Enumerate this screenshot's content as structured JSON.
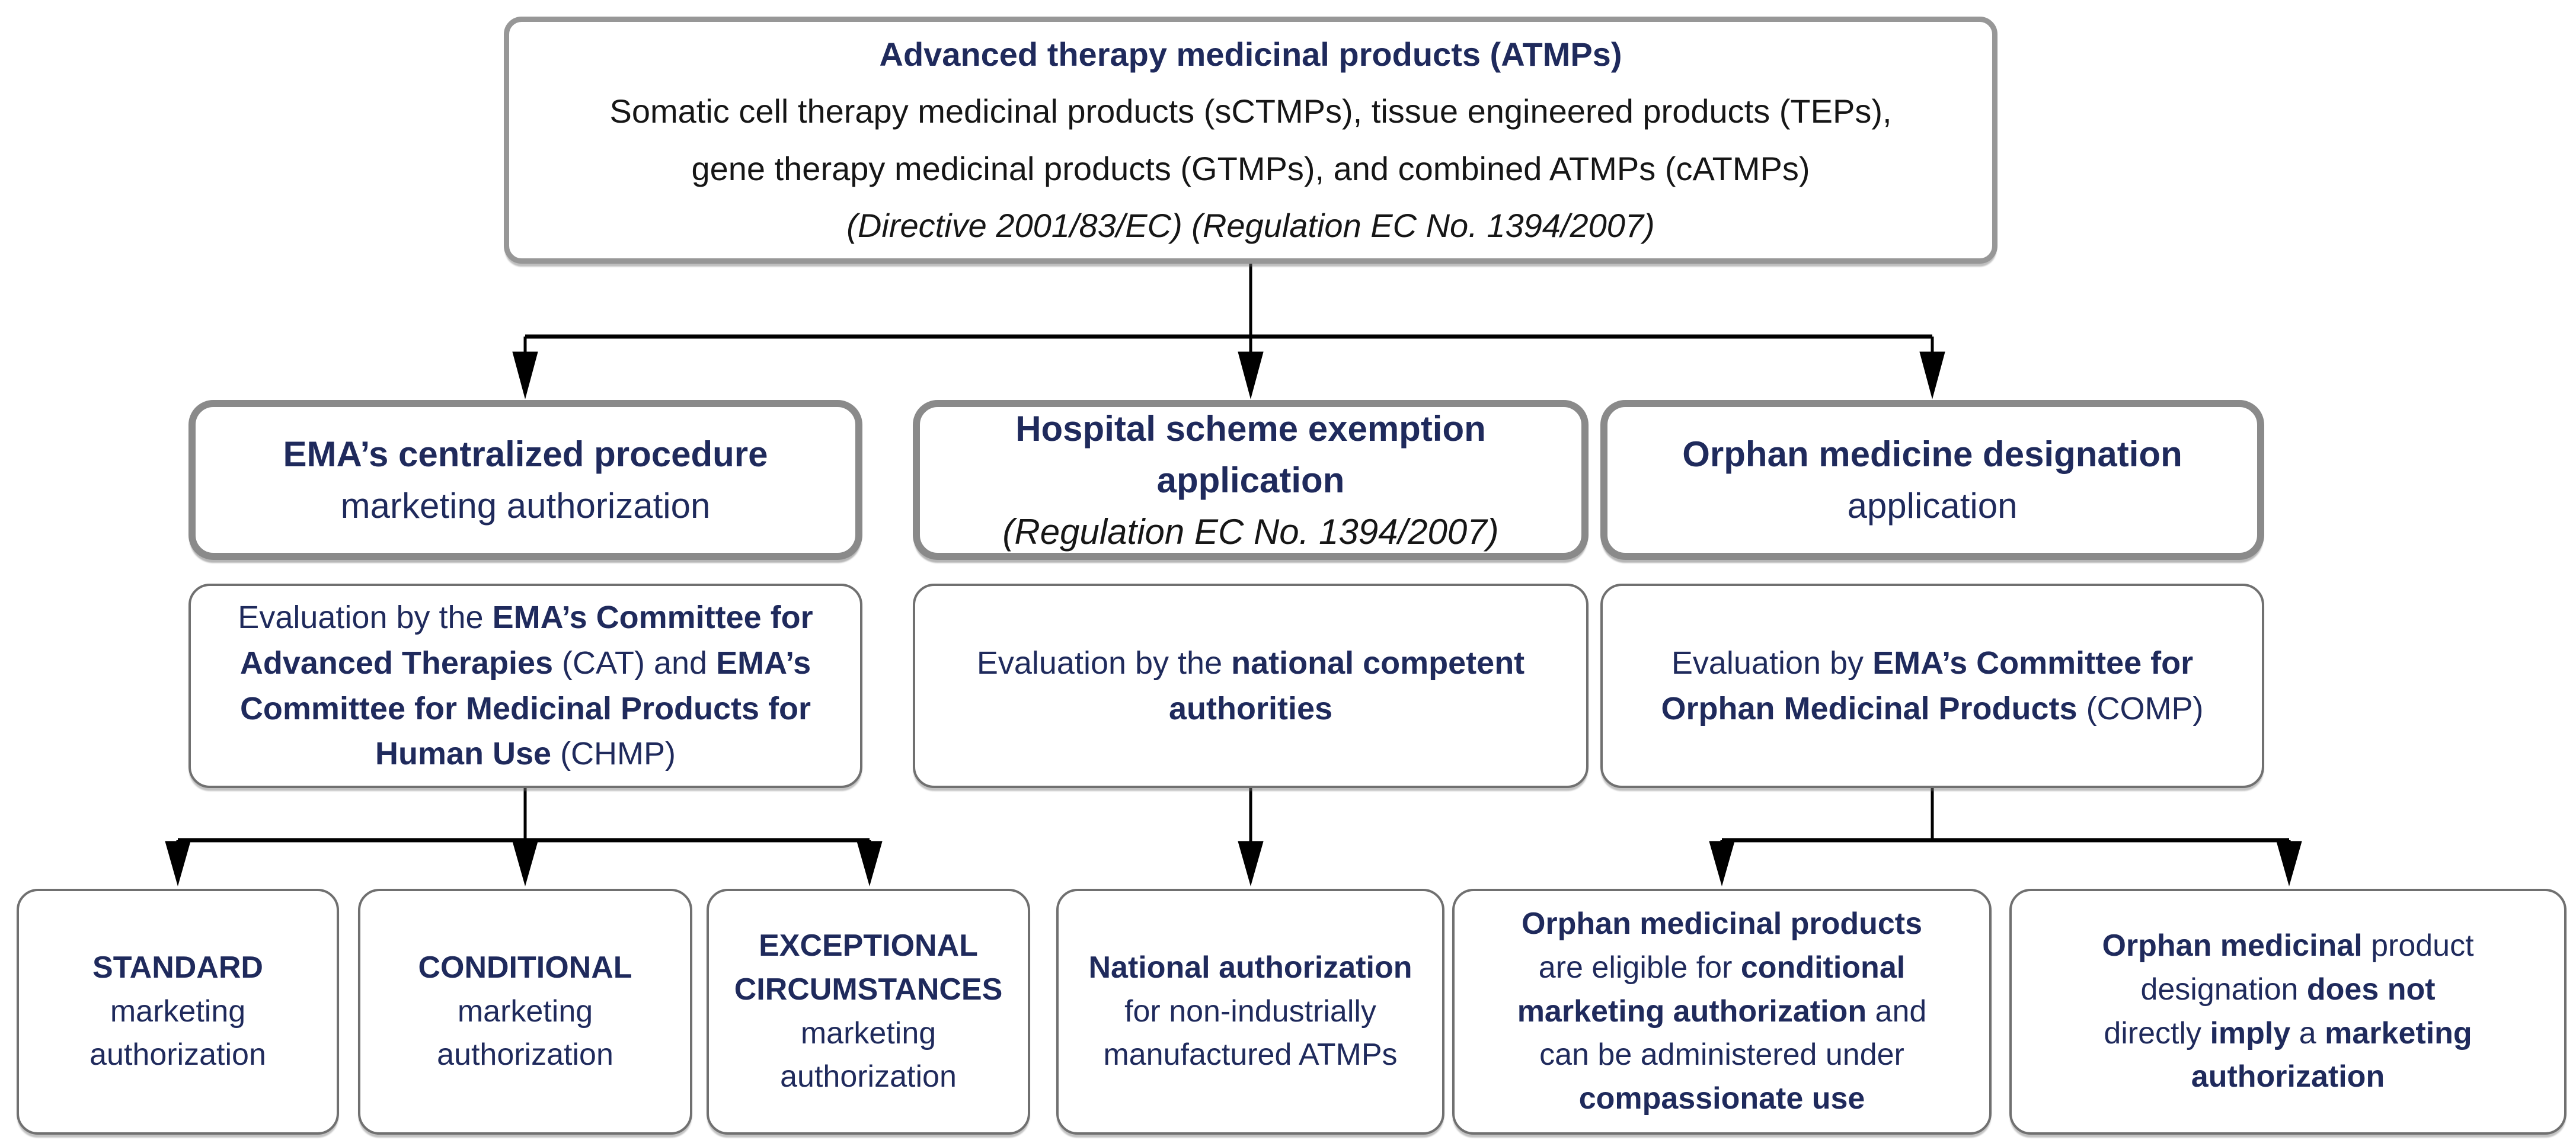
{
  "diagram": {
    "colors": {
      "navy_text": "#1f2a5c",
      "black_text": "#161616",
      "border_gray_thick": "#8a8a8a",
      "border_gray_top": "#979797",
      "border_gray_thin": "#707070",
      "arrow": "#000000",
      "background": "#ffffff"
    },
    "root": {
      "name": "atmp-root-box",
      "lines": [
        [
          {
            "t": "Advanced therapy medicinal products (ATMPs)",
            "b": true
          }
        ],
        [
          {
            "t": "Somatic cell therapy medicinal products (sCTMPs), tissue engineered products (TEPs),",
            "k": "blk"
          }
        ],
        [
          {
            "t": "gene therapy medicinal products (GTMPs), and combined ATMPs (cATMPs)",
            "k": "blk"
          }
        ],
        [
          {
            "t": "(Directive 2001/83/EC) (Regulation EC No. 1394/2007)",
            "i": true,
            "k": "blk"
          }
        ]
      ]
    },
    "level2": [
      {
        "name": "ema-centralized-procedure-box",
        "lines": [
          [
            {
              "t": "EMA’s centralized procedure",
              "b": true
            }
          ],
          [
            {
              "t": "marketing authorization"
            }
          ]
        ]
      },
      {
        "name": "hospital-scheme-exemption-box",
        "lines": [
          [
            {
              "t": "Hospital scheme exemption",
              "b": true
            }
          ],
          [
            {
              "t": "application",
              "b": true
            }
          ],
          [
            {
              "t": "(Regulation EC No. 1394/2007)",
              "i": true,
              "k": "blk"
            }
          ]
        ]
      },
      {
        "name": "orphan-medicine-designation-box",
        "lines": [
          [
            {
              "t": "Orphan medicine designation",
              "b": true
            }
          ],
          [
            {
              "t": "application"
            }
          ]
        ]
      }
    ],
    "level3": [
      {
        "name": "cat-chmp-evaluation-box",
        "lines": [
          [
            {
              "t": "Evaluation by the "
            },
            {
              "t": "EMA’s Committee for",
              "b": true
            }
          ],
          [
            {
              "t": "Advanced Therapies",
              "b": true
            },
            {
              "t": " (CAT) and "
            },
            {
              "t": "EMA’s",
              "b": true
            }
          ],
          [
            {
              "t": "Committee for Medicinal Products for",
              "b": true
            }
          ],
          [
            {
              "t": "Human Use",
              "b": true
            },
            {
              "t": " (CHMP)"
            }
          ]
        ]
      },
      {
        "name": "national-competent-authorities-evaluation-box",
        "lines": [
          [
            {
              "t": "Evaluation by the "
            },
            {
              "t": "national competent",
              "b": true
            }
          ],
          [
            {
              "t": "authorities",
              "b": true
            }
          ]
        ]
      },
      {
        "name": "comp-evaluation-box",
        "lines": [
          [
            {
              "t": "Evaluation by "
            },
            {
              "t": "EMA’s Committee for",
              "b": true
            }
          ],
          [
            {
              "t": "Orphan Medicinal Products",
              "b": true
            },
            {
              "t": " (COMP)"
            }
          ]
        ]
      }
    ],
    "bottom": [
      {
        "name": "standard-marketing-authorization-box",
        "lines": [
          [
            {
              "t": "STANDARD",
              "b": true
            }
          ],
          [
            {
              "t": "marketing"
            }
          ],
          [
            {
              "t": "authorization"
            }
          ]
        ]
      },
      {
        "name": "conditional-marketing-authorization-box",
        "lines": [
          [
            {
              "t": "CONDITIONAL",
              "b": true
            }
          ],
          [
            {
              "t": "marketing"
            }
          ],
          [
            {
              "t": "authorization"
            }
          ]
        ]
      },
      {
        "name": "exceptional-circumstances-authorization-box",
        "lines": [
          [
            {
              "t": "EXCEPTIONAL",
              "b": true
            }
          ],
          [
            {
              "t": "CIRCUMSTANCES",
              "b": true
            }
          ],
          [
            {
              "t": "marketing"
            }
          ],
          [
            {
              "t": "authorization"
            }
          ]
        ]
      },
      {
        "name": "national-authorization-box",
        "lines": [
          [
            {
              "t": "National authorization",
              "b": true
            }
          ],
          [
            {
              "t": "for non-industrially"
            }
          ],
          [
            {
              "t": "manufactured ATMPs"
            }
          ]
        ]
      },
      {
        "name": "orphan-conditional-compassionate-box",
        "lines": [
          [
            {
              "t": "Orphan medicinal products",
              "b": true
            }
          ],
          [
            {
              "t": "are eligible for "
            },
            {
              "t": "conditional",
              "b": true
            }
          ],
          [
            {
              "t": "marketing authorization",
              "b": true
            },
            {
              "t": " and"
            }
          ],
          [
            {
              "t": "can be administered under"
            }
          ],
          [
            {
              "t": "compassionate use",
              "b": true
            }
          ]
        ]
      },
      {
        "name": "orphan-designation-no-ma-box",
        "lines": [
          [
            {
              "t": "Orphan medicinal",
              "b": true
            },
            {
              "t": " product"
            }
          ],
          [
            {
              "t": "designation "
            },
            {
              "t": "does not",
              "b": true
            }
          ],
          [
            {
              "t": "directly "
            },
            {
              "t": "imply",
              "b": true
            },
            {
              "t": " a "
            },
            {
              "t": "marketing",
              "b": true
            }
          ],
          [
            {
              "t": "authorization",
              "b": true
            }
          ]
        ]
      }
    ]
  }
}
